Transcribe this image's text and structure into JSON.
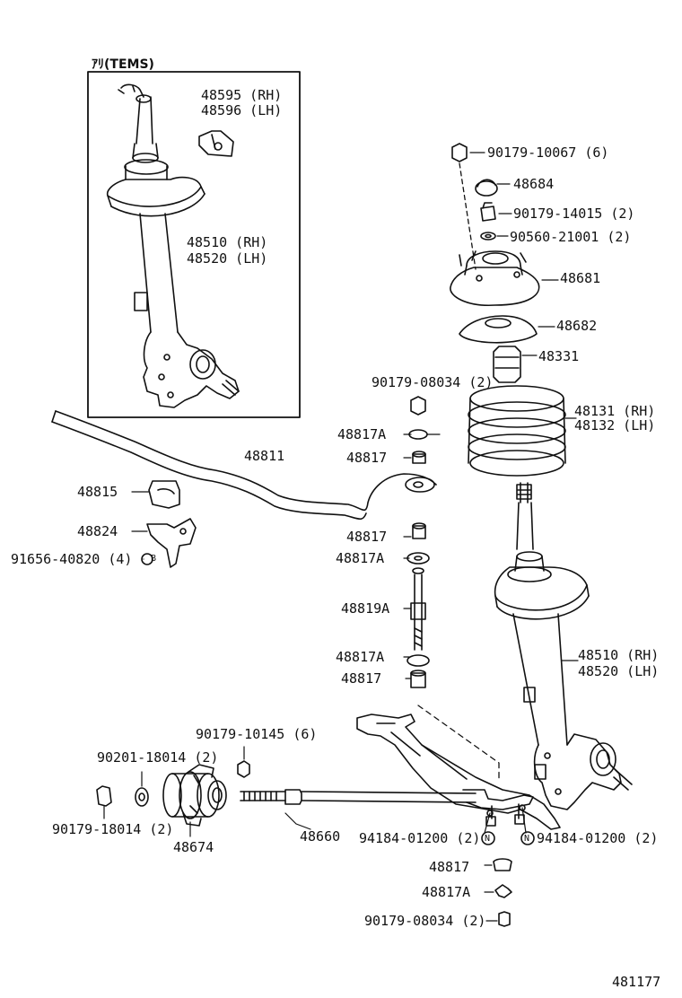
{
  "diagram_id": "481177",
  "variant_label": "ｱﾘ(TEMS)",
  "parts": {
    "p48595": "48595 (RH)",
    "p48596": "48596 (LH)",
    "p48510a": "48510 (RH)",
    "p48520a": "48520 (LH)",
    "p90179_10067": "90179-10067 (6)",
    "p48684": "48684",
    "p90179_14015": "90179-14015 (2)",
    "p90560_21001": "90560-21001 (2)",
    "p48681": "48681",
    "p48682": "48682",
    "p48331": "48331",
    "p90179_08034a": "90179-08034 (2)",
    "p48131": "48131 (RH)",
    "p48132": "48132 (LH)",
    "p48817A_1": "48817A",
    "p48817_1": "48817",
    "p48811": "48811",
    "p48815": "48815",
    "p48824": "48824",
    "p91656_40820": "91656-40820 (4)",
    "p48817_2": "48817",
    "p48817A_2": "48817A",
    "p48819A": "48819A",
    "p48817A_3": "48817A",
    "p48817_3": "48817",
    "p48510b": "48510 (RH)",
    "p48520b": "48520 (LH)",
    "p90179_10145": "90179-10145 (6)",
    "p90201_18014": "90201-18014 (2)",
    "p90179_18014": "90179-18014 (2)",
    "p48674": "48674",
    "p48660": "48660",
    "p94184_01200a": "94184-01200 (2)",
    "p94184_01200b": "94184-01200 (2)",
    "p48817_4": "48817",
    "p48817A_4": "48817A",
    "p90179_08034b": "90179-08034 (2)"
  },
  "symbols": {
    "circle_b": "B",
    "circle_n": "N"
  }
}
